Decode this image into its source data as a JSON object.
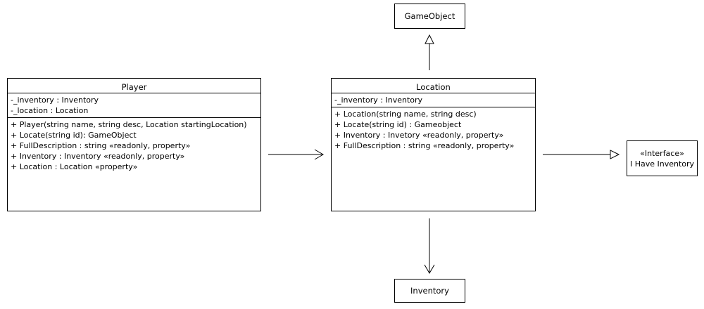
{
  "player": {
    "name": "Player",
    "attributes": [
      "-_inventory : Inventory",
      "-_location : Location"
    ],
    "methods": [
      "+ Player(string name, string desc, Location startingLocation)",
      "+ Locate(string id): GameObject",
      "+ FullDescription : string «readonly, property»",
      "+ Inventory : Inventory «readonly, property»",
      "+ Location : Location «property»"
    ]
  },
  "location": {
    "name": "Location",
    "attributes": [
      "-_inventory : Inventory"
    ],
    "methods": [
      "+ Location(string name, string desc)",
      "+ Locate(string id) : Gameobject",
      "+ Inventory : Invetory «readonly, property»",
      "+ FullDescription : string «readonly, property»"
    ]
  },
  "gameobject": {
    "name": "GameObject"
  },
  "inventory": {
    "name": "Inventory"
  },
  "interface": {
    "stereotype": "«Interface»",
    "name": "I Have Inventory"
  }
}
